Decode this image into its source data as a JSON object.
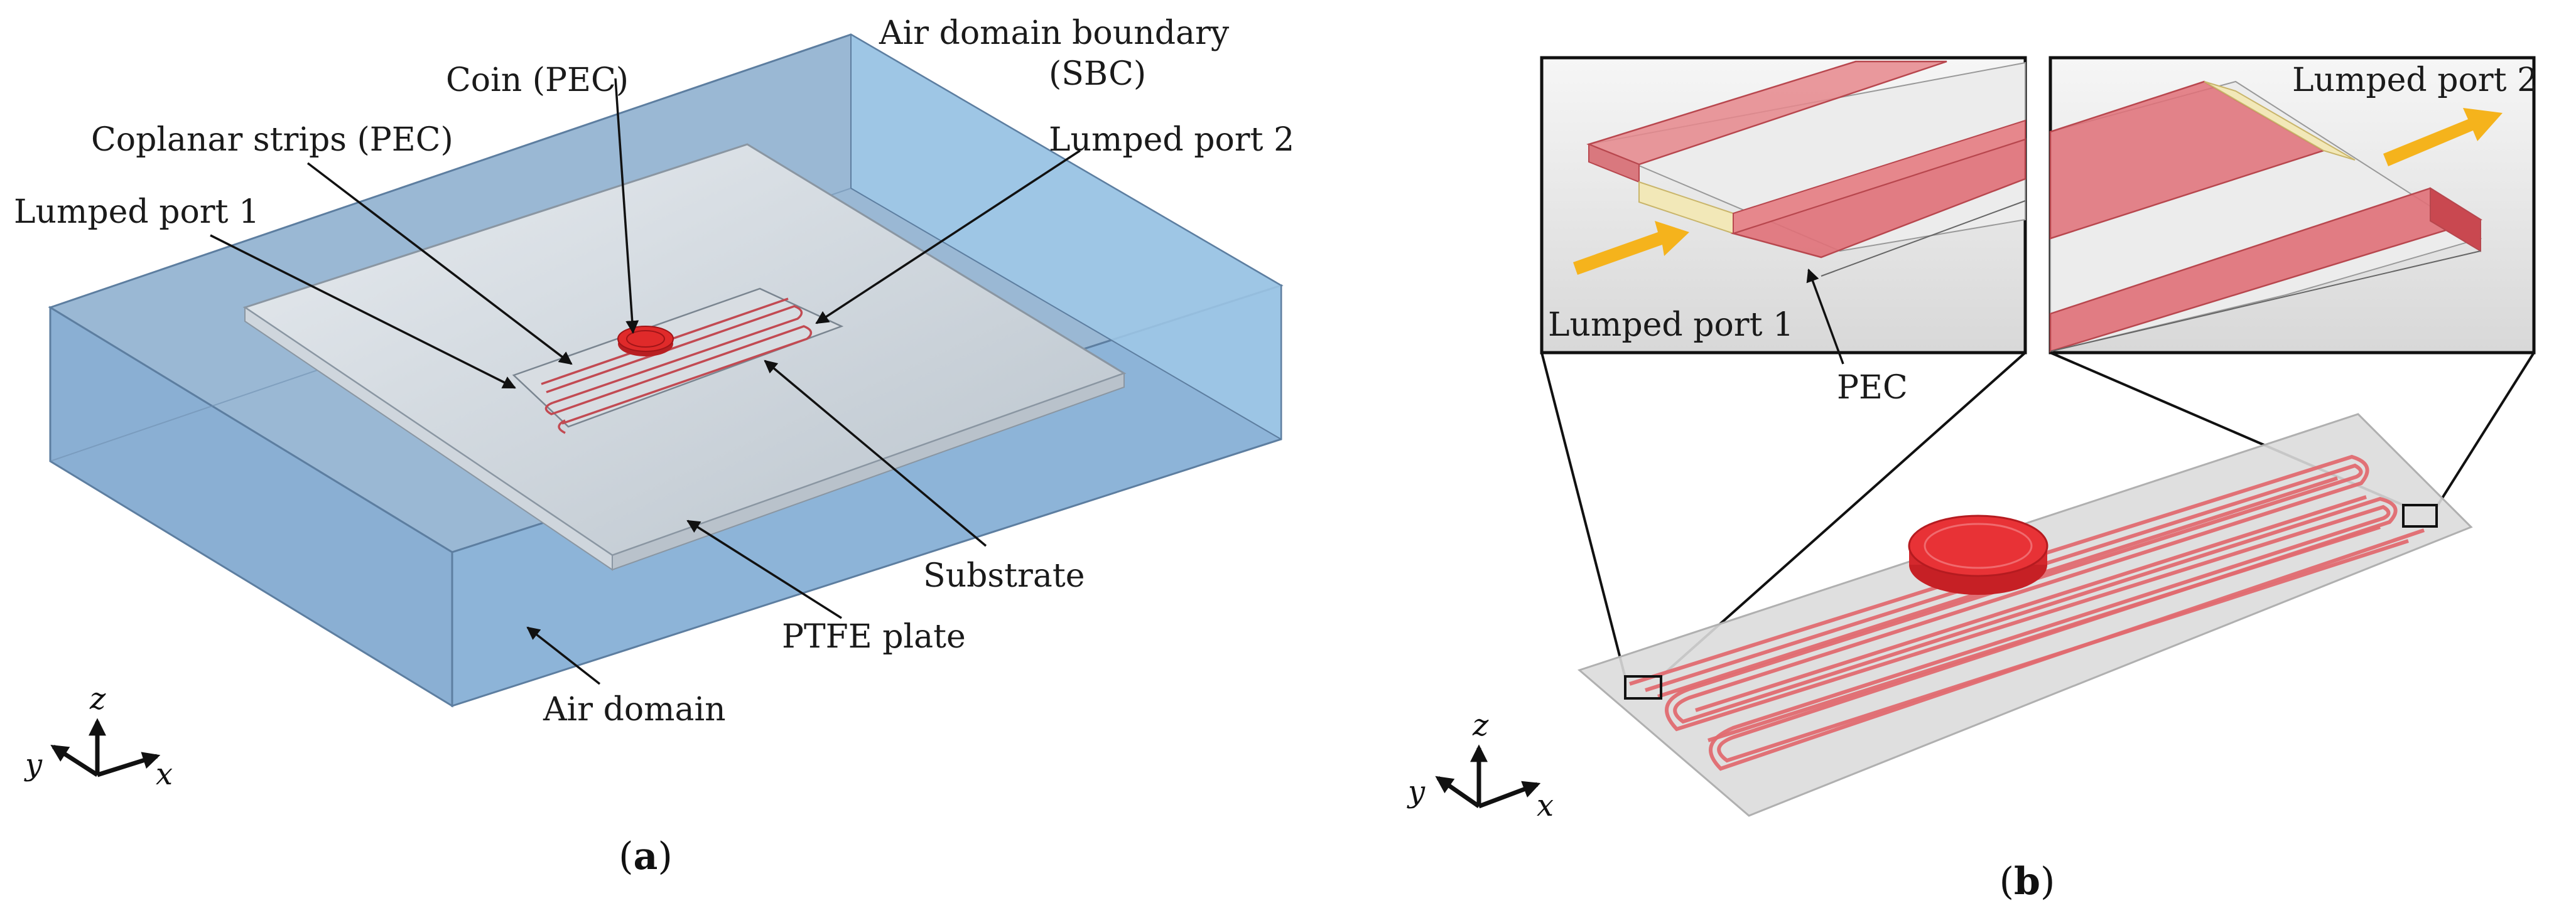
{
  "panel_a": {
    "caption_letter": "a",
    "labels": {
      "air_boundary_line1": "Air domain boundary",
      "air_boundary_line2": "(SBC)",
      "coin": "Coin (PEC)",
      "coplanar": "Coplanar strips (PEC)",
      "port2": "Lumped port 2",
      "port1": "Lumped port 1",
      "substrate": "Substrate",
      "ptfe": "PTFE plate",
      "air_domain": "Air domain"
    },
    "axes": {
      "z": "z",
      "y": "y",
      "x": "x"
    }
  },
  "panel_b": {
    "caption_letter": "b",
    "labels": {
      "port1": "Lumped port 1",
      "port2": "Lumped port 2",
      "pec": "PEC"
    },
    "axes": {
      "z": "z",
      "y": "y",
      "x": "x"
    }
  },
  "colors": {
    "air": "#8fb3d4",
    "air_light": "#a9cbe6",
    "edge": "#5d7ea0",
    "plate": "#d9dde3",
    "pec": "#e05a60",
    "coin": "#e02a2a",
    "port": "#f2e8b8",
    "arrow_yellow": "#f5b31c"
  }
}
